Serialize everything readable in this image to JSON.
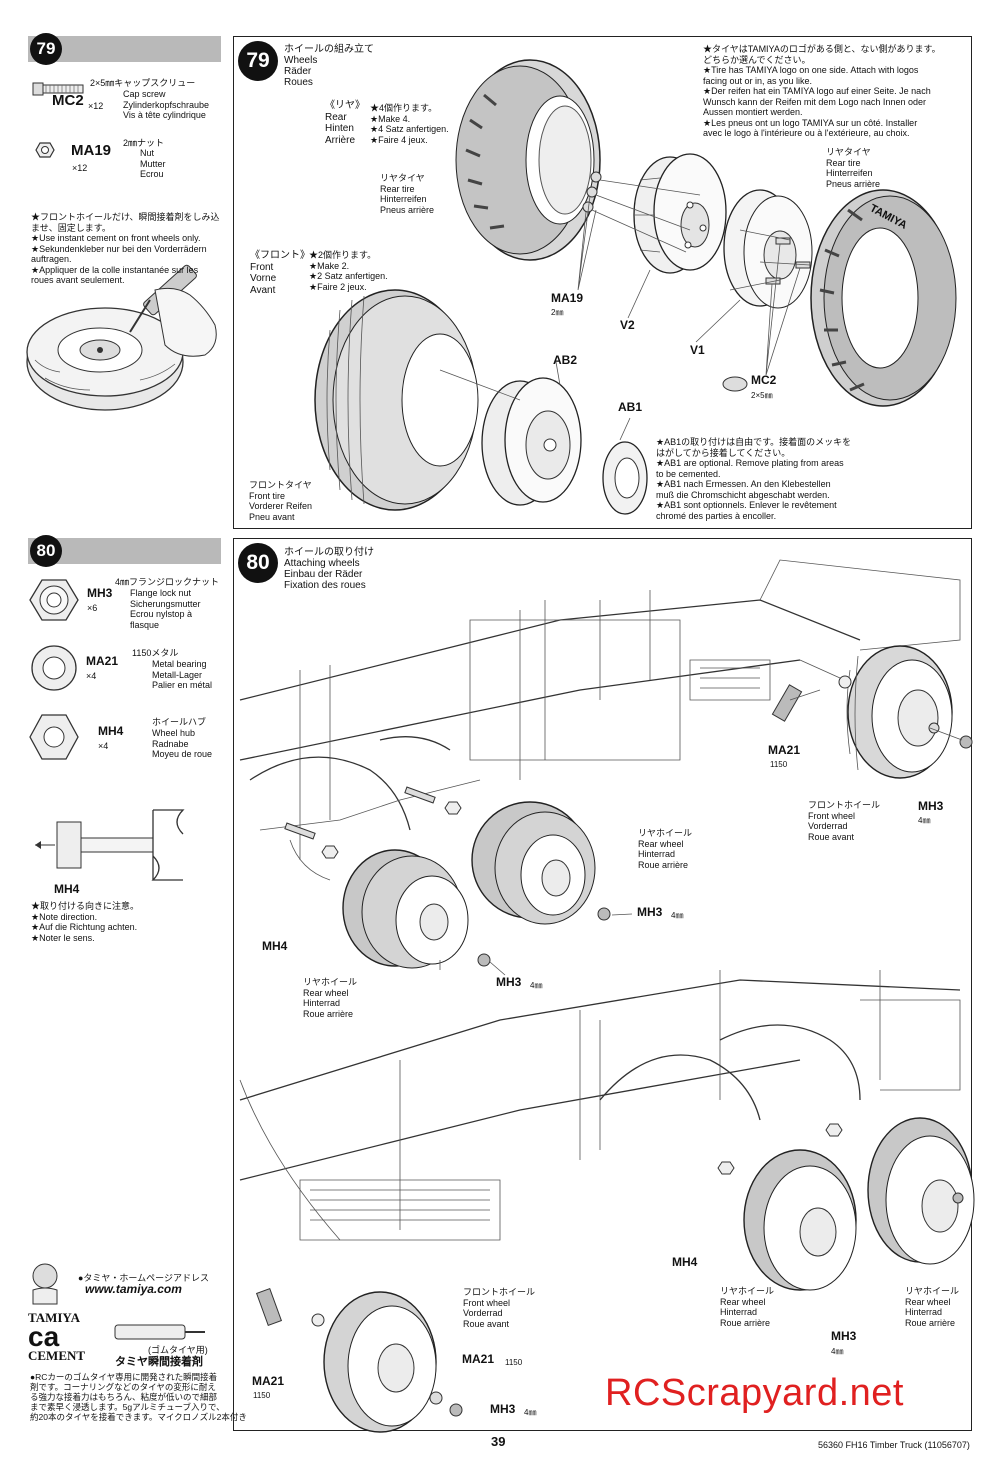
{
  "sidebar79": {
    "step": "79",
    "cap_screw": {
      "title": "2×5㎜キャップスクリュー",
      "code": "MC2",
      "qty": "×12",
      "names": [
        "Cap screw",
        "Zylinderkopfschraube",
        "Vis à tête cylindrique"
      ]
    },
    "nut": {
      "title": "2㎜ナット",
      "code": "MA19",
      "qty": "×12",
      "names": [
        "Nut",
        "Mutter",
        "Ecrou"
      ]
    },
    "note": [
      "★フロントホイールだけ、瞬間接着剤をしみ込ませ、固定します。",
      "★Use instant cement on front wheels only.",
      "★Sekundenkleber nur bei den Vorderrädern auftragen.",
      "★Appliquer de la colle instantanée sur les roues avant seulement."
    ]
  },
  "step79": {
    "step": "79",
    "title": "ホイールの組み立て",
    "title_en": "Wheels",
    "title_de": "Räder",
    "title_fr": "Roues",
    "rear_label": [
      "《リヤ》",
      "Rear",
      "Hinten",
      "Arrière"
    ],
    "rear_make": [
      "★4個作ります。",
      "★Make 4.",
      "★4 Satz anfertigen.",
      "★Faire 4 jeux."
    ],
    "front_label": [
      "《フロント》",
      "Front",
      "Vorne",
      "Avant"
    ],
    "front_make": [
      "★2個作ります。",
      "★Make 2.",
      "★2 Satz anfertigen.",
      "★Faire 2 jeux."
    ],
    "logo_note": [
      "★タイヤはTAMIYAのロゴがある側と、ない側があります。",
      "どちらか選んでください。",
      "★Tire has TAMIYA logo on one side. Attach with logos",
      "facing out or in, as you like.",
      "★Der reifen hat ein TAMIYA logo auf einer Seite. Je nach",
      "Wunsch kann der Reifen mit dem Logo nach Innen oder",
      "Aussen montiert werden.",
      "★Les pneus ont un logo TAMIYA sur un côté. Installer",
      "avec le logo à l'intérieure ou à l'extérieure, au choix."
    ],
    "rear_tire_top": [
      "リヤタイヤ",
      "Rear tire",
      "Hinterreifen",
      "Pneus arrière"
    ],
    "rear_tire_left": [
      "リヤタイヤ",
      "Rear tire",
      "Hinterreifen",
      "Pneus arrière"
    ],
    "ma19": "MA19",
    "ma19_size": "2㎜",
    "v2": "V2",
    "v1": "V1",
    "mc2": "MC2",
    "mc2_size": "2×5㎜",
    "ab2": "AB2",
    "ab1": "AB1",
    "front_tire": [
      "フロントタイヤ",
      "Front tire",
      "Vorderer Reifen",
      "Pneu avant"
    ],
    "ab1_note": [
      "★AB1の取り付けは自由です。接着面のメッキを",
      "はがしてから接着してください。",
      "★AB1 are optional. Remove plating from areas",
      "to be cemented.",
      "★AB1 nach Ermessen. An den Klebestellen",
      "muß die Chromschicht abgeschabt werden.",
      "★AB1 sont optionnels. Enlever le revêtement",
      "chromé des parties à encoller."
    ],
    "tire_logo": "TAMIYA"
  },
  "sidebar80": {
    "step": "80",
    "mh3": {
      "title": "4㎜フランジロックナット",
      "code": "MH3",
      "qty": "×6",
      "names": [
        "Flange lock nut",
        "Sicherungsmutter",
        "Ecrou nylstop à",
        "flasque"
      ]
    },
    "ma21": {
      "title": "1150メタル",
      "code": "MA21",
      "qty": "×4",
      "names": [
        "Metal bearing",
        "Metall-Lager",
        "Palier en métal"
      ]
    },
    "mh4": {
      "title": "ホイールハブ",
      "code": "MH4",
      "qty": "×4",
      "names": [
        "Wheel hub",
        "Radnabe",
        "Moyeu de roue"
      ]
    },
    "mh4_label": "MH4",
    "direction_note": [
      "★取り付ける向きに注意。",
      "★Note direction.",
      "★Auf die Richtung achten.",
      "★Noter le sens."
    ],
    "homepage": "●タミヤ・ホームページアドレス",
    "url": "www.tamiya.com",
    "ca_brand": "TAMIYA",
    "ca_text": "ca",
    "ca_cement": "CEMENT",
    "ca_rubber": "(ゴムタイヤ用)",
    "ca_name": "タミヤ瞬間接着剤",
    "ca_desc": [
      "●RCカーのゴムタイヤ専用に開発された瞬間接着",
      "剤です。コーナリングなどのタイヤの変形に耐え",
      "る強力な接着力はもちろん、粘度が低いので細部",
      "まで素早く浸透します。5gアルミチューブ入りで、",
      "約20本のタイヤを接着できます。マイクロノズル2本付き"
    ]
  },
  "step80": {
    "step": "80",
    "title": "ホイールの取り付け",
    "title_en": "Attaching wheels",
    "title_de": "Einbau der Räder",
    "title_fr": "Fixation des roues",
    "top_ma21": "MA21",
    "top_ma21_size": "1150",
    "top_front_wheel": [
      "フロントホイール",
      "Front wheel",
      "Vorderrad",
      "Roue avant"
    ],
    "top_mh3": "MH3",
    "top_mh3_size": "4㎜",
    "top_rear_wheel_a": [
      "リヤホイール",
      "Rear wheel",
      "Hinterrad",
      "Roue arrière"
    ],
    "top_mh3_a": "MH3",
    "top_mh3_a_size": "4㎜",
    "top_mh4": "MH4",
    "top_rear_wheel_b": [
      "リヤホイール",
      "Rear wheel",
      "Hinterrad",
      "Roue arrière"
    ],
    "top_mh3_b": "MH3",
    "top_mh3_b_size": "4㎜",
    "bot_mh4": "MH4",
    "bot_rear_wheel_a": [
      "リヤホイール",
      "Rear wheel",
      "Hinterrad",
      "Roue arrière"
    ],
    "bot_rear_wheel_b": [
      "リヤホイール",
      "Rear wheel",
      "Hinterrad",
      "Roue arrière"
    ],
    "bot_mh3": "MH3",
    "bot_mh3_size": "4㎜",
    "bot_front_wheel": [
      "フロントホイール",
      "Front wheel",
      "Vorderrad",
      "Roue avant"
    ],
    "bot_ma21_a": "MA21",
    "bot_ma21_a_size": "1150",
    "bot_ma21_b": "MA21",
    "bot_ma21_b_size": "1150",
    "bot_mh3_c": "MH3",
    "bot_mh3_c_size": "4㎜"
  },
  "footer": {
    "page": "39",
    "ref": "56360 FH16 Timber Truck (11056707)",
    "watermark": "RCScrapyard.net"
  }
}
